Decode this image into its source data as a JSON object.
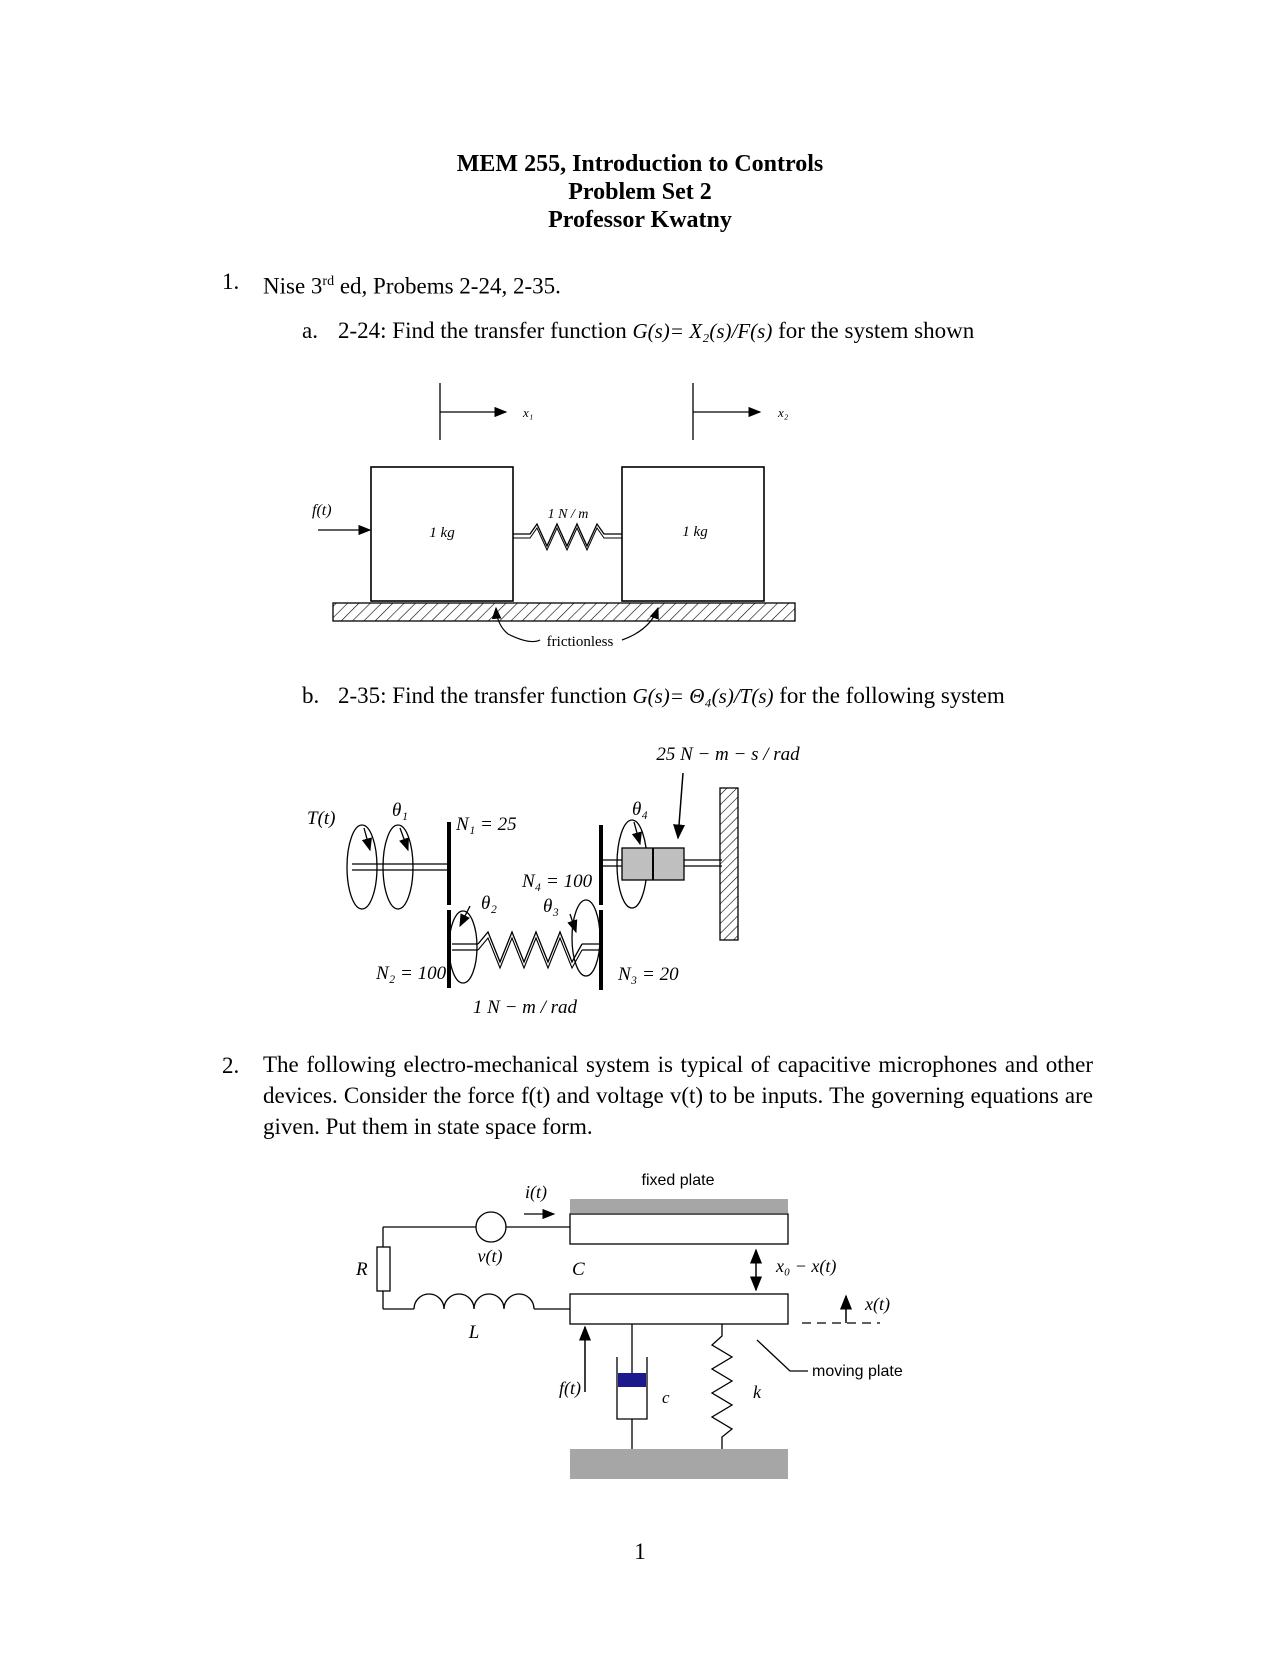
{
  "header": {
    "line1": "MEM 255, Introduction to Controls",
    "line2": "Problem Set 2",
    "line3": "Professor Kwatny"
  },
  "problem1": {
    "number": "1.",
    "text_pre": "Nise 3",
    "text_sup": "rd",
    "text_post": " ed, Probems 2-24, 2-35.",
    "a": {
      "label": "a.",
      "text_pre": "2-24: Find the transfer function ",
      "formula": "G(s)= X₂(s)/F(s)",
      "text_post": " for the system shown"
    },
    "b": {
      "label": "b.",
      "text_pre": "2-35: Find the transfer function ",
      "formula": "G(s)= Θ₄(s)/T(s)",
      "text_post": " for the following system"
    }
  },
  "figure_a": {
    "x1": "x₁",
    "x2": "x₂",
    "force": "f(t)",
    "mass1": "1 kg",
    "mass2": "1 kg",
    "spring": "1 N / m",
    "surface": "frictionless"
  },
  "figure_b": {
    "torque": "T(t)",
    "theta1": "θ₁",
    "theta2": "θ₂",
    "theta3": "θ₃",
    "theta4": "θ₄",
    "n1": "N₁ = 25",
    "n2": "N₂ = 100",
    "n3": "N₃ = 20",
    "n4": "N₄ = 100",
    "damper": "25 N − m − s / rad",
    "spring": "1 N − m / rad"
  },
  "problem2": {
    "number": "2.",
    "text": "The following electro-mechanical system is typical of capacitive microphones and other devices. Consider the force f(t) and voltage v(t) to be inputs. The governing equations are given. Put them in state space form."
  },
  "figure_c": {
    "fixed_plate": "fixed plate",
    "moving_plate": "moving plate",
    "current": "i(t)",
    "voltage": "v(t)",
    "resistor": "R",
    "inductor": "L",
    "capacitor": "C",
    "gap": "x₀ − x(t)",
    "displacement": "x(t)",
    "force": "f(t)",
    "damper": "c",
    "spring": "k"
  },
  "colors": {
    "damper_fill": "#1a1a8c",
    "plate_gray": "#a6a6a6",
    "part_gray": "#bfbfbf"
  },
  "footer": {
    "page_number": "1"
  }
}
